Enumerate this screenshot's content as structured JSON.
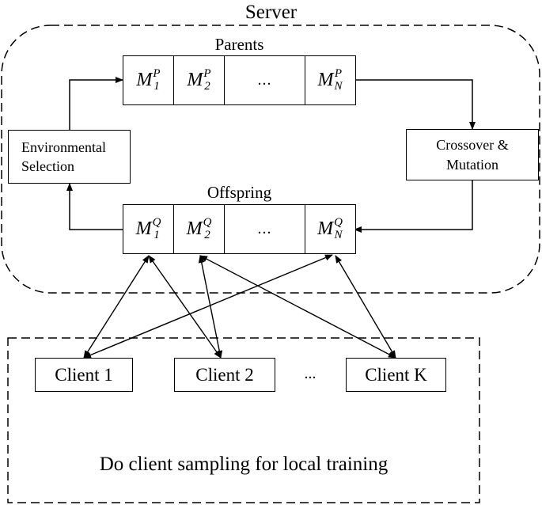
{
  "server_label": "Server",
  "parents": {
    "title": "Parents",
    "cells": [
      {
        "base": "M",
        "sup": "P",
        "sub": "1"
      },
      {
        "base": "M",
        "sup": "P",
        "sub": "2"
      },
      {
        "dots": "..."
      },
      {
        "base": "M",
        "sup": "P",
        "sub": "N"
      }
    ]
  },
  "offspring": {
    "title": "Offspring",
    "cells": [
      {
        "base": "M",
        "sup": "Q",
        "sub": "1"
      },
      {
        "base": "M",
        "sup": "Q",
        "sub": "2"
      },
      {
        "dots": "..."
      },
      {
        "base": "M",
        "sup": "Q",
        "sub": "N"
      }
    ]
  },
  "environmental_selection": [
    "Environmental",
    "Selection"
  ],
  "crossover_mutation": [
    "Crossover &",
    "Mutation"
  ],
  "clients": [
    "Client 1",
    "Client 2",
    "Client K"
  ],
  "clients_dots": "...",
  "bottom_caption": "Do client sampling for local training"
}
